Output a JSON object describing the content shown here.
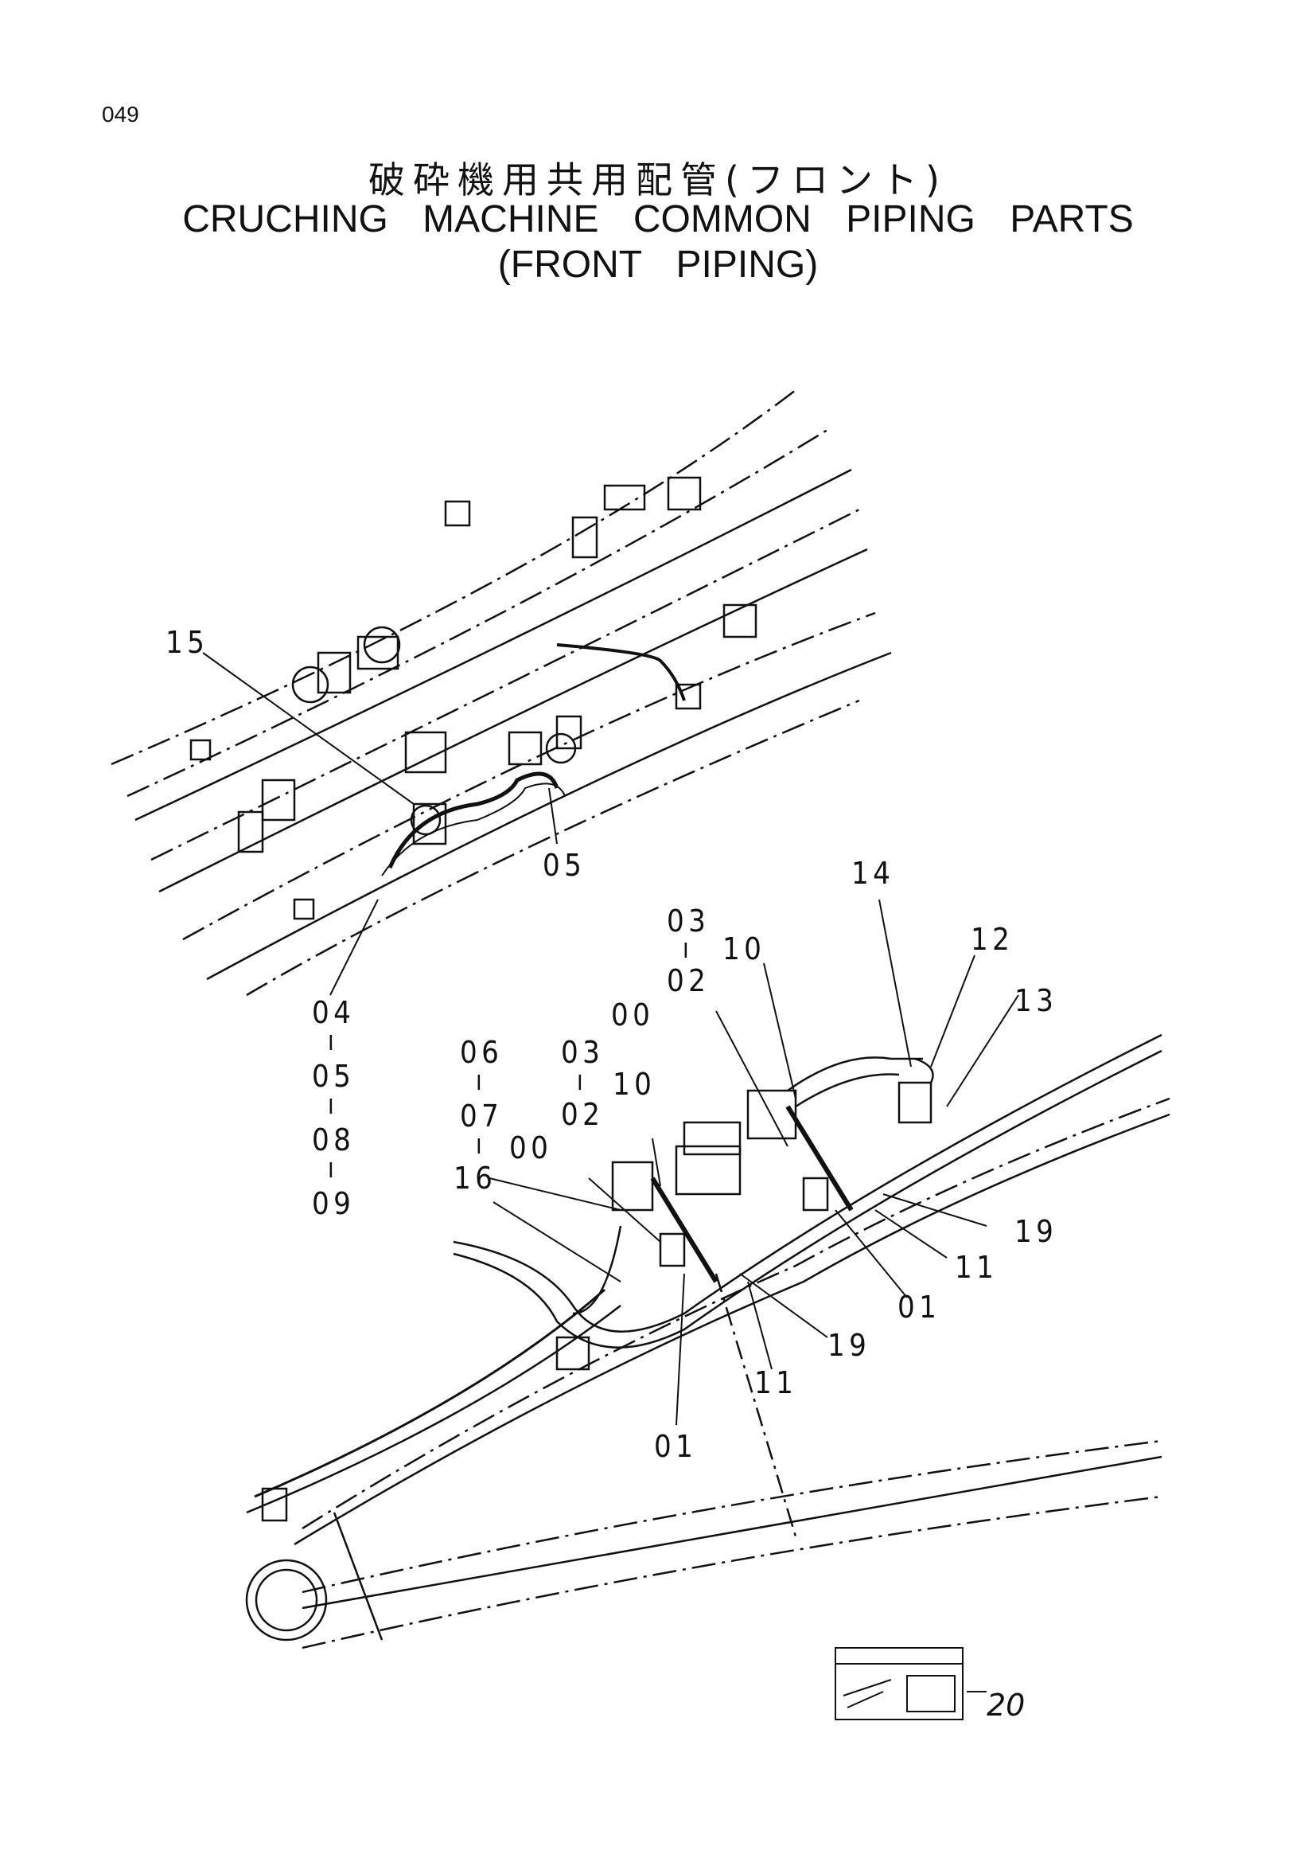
{
  "page": {
    "number": "049"
  },
  "title": {
    "japanese": "破砕機用共用配管(フロント)",
    "english_line1": "CRUCHING MACHINE COMMON PIPING PARTS",
    "english_line2": "(FRONT PIPING)"
  },
  "callouts": {
    "c15": "15",
    "c05a": "05",
    "c14": "14",
    "c12": "12",
    "c13": "13",
    "c03a": "03",
    "c02a": "02",
    "c10a": "10",
    "c00a": "00",
    "c04": "04",
    "c05b": "05",
    "c08": "08",
    "c09": "09",
    "c06": "06",
    "c07": "07",
    "c16": "16",
    "c03b": "03",
    "c02b": "02",
    "c10b": "10",
    "c00b": "00",
    "c19a": "19",
    "c11a": "11",
    "c01a": "01",
    "c19b": "19",
    "c11b": "11",
    "c01b": "01",
    "c20": "20"
  }
}
